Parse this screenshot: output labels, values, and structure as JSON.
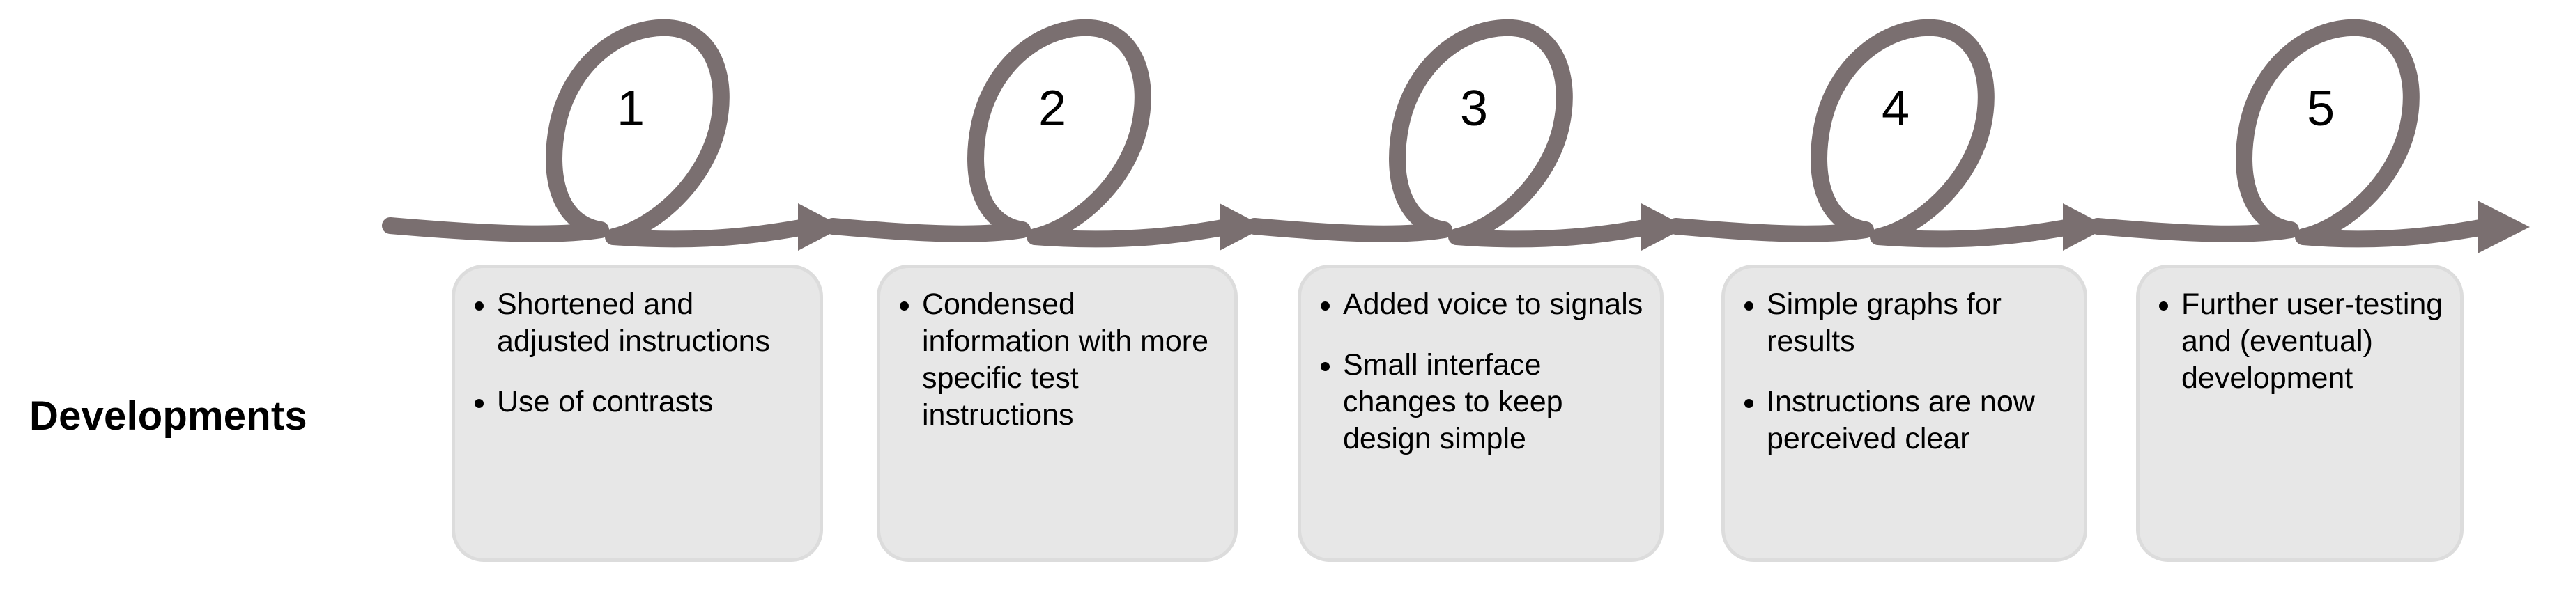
{
  "page": {
    "title": "Developments",
    "background_color": "#FFFFFF"
  },
  "colors": {
    "timeline_stroke": "#7A6F70",
    "card_fill": "#E7E7E7",
    "card_border": "#DCDCDC",
    "text": "#000000"
  },
  "timeline": {
    "arrow_icon": "arrow-right-icon",
    "loop_icon": "loop-circle-icon",
    "steps": [
      {
        "number": "1"
      },
      {
        "number": "2"
      },
      {
        "number": "3"
      },
      {
        "number": "4"
      },
      {
        "number": "5"
      }
    ]
  },
  "cards": [
    {
      "step": "1",
      "bullets": [
        "Shortened and adjusted instructions",
        "Use of contrasts"
      ]
    },
    {
      "step": "2",
      "bullets": [
        "Condensed information with more specific test instructions"
      ]
    },
    {
      "step": "3",
      "bullets": [
        "Added voice to signals",
        "Small interface changes to keep design simple"
      ]
    },
    {
      "step": "4",
      "bullets": [
        "Simple graphs for results",
        "Instructions are now perceived clear"
      ]
    },
    {
      "step": "5",
      "bullets": [
        "Further user-testing and (eventual) development"
      ]
    }
  ]
}
